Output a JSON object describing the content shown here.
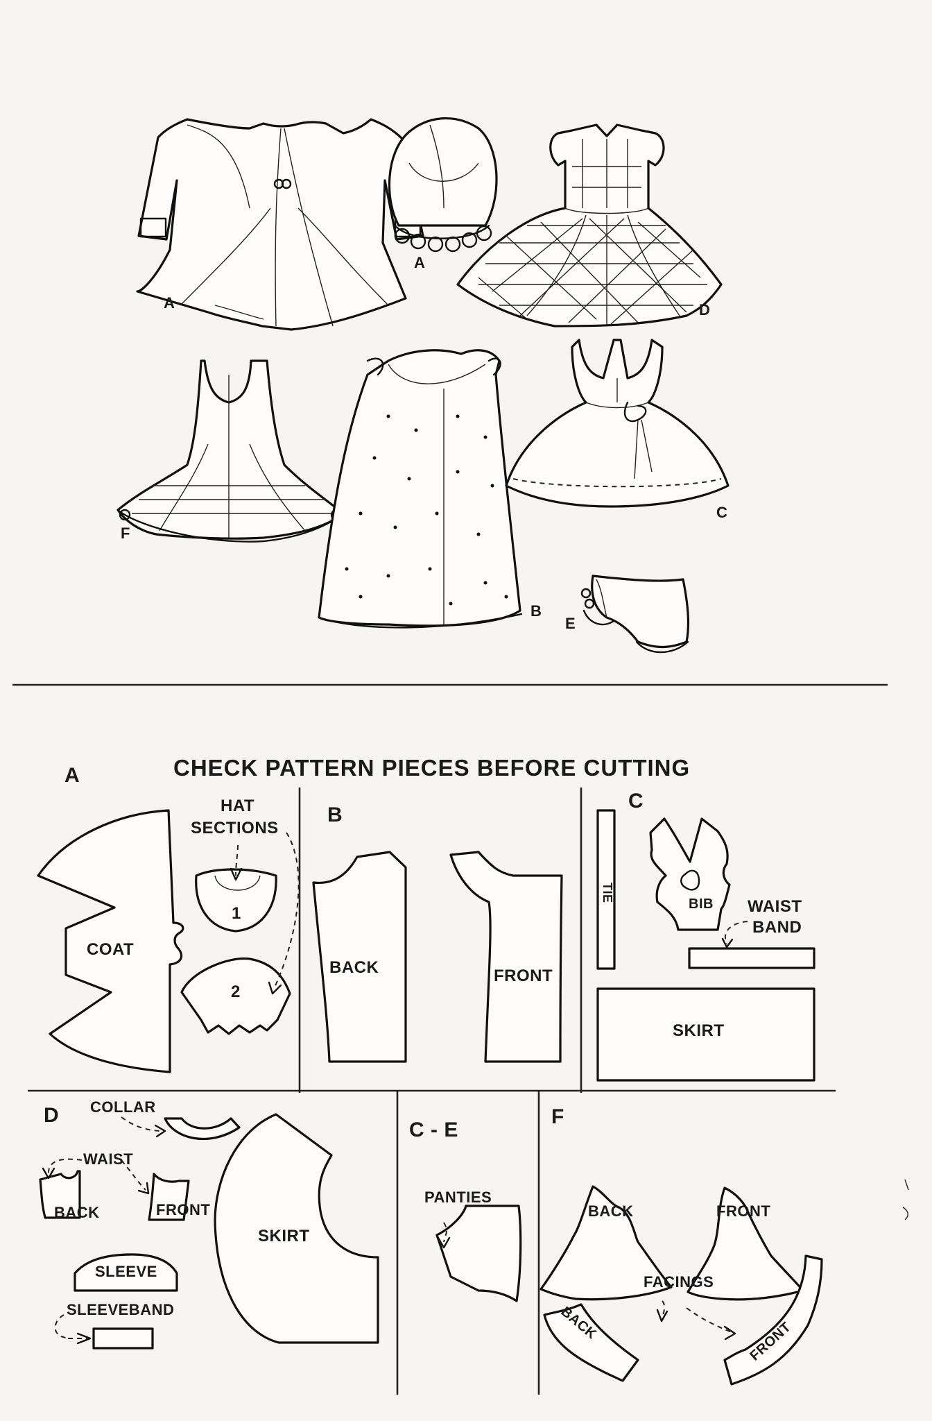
{
  "illustrations": {
    "labels": {
      "coat": "A",
      "hat": "A",
      "dress": "D",
      "slip": "F",
      "nightgown": "B",
      "pinafore": "C",
      "panties": "E"
    }
  },
  "pattern": {
    "title": "CHECK PATTERN PIECES BEFORE CUTTING",
    "sections": {
      "A": {
        "label": "A",
        "coat": "COAT",
        "hat_sections_line1": "HAT",
        "hat_sections_line2": "SECTIONS",
        "hat_1": "1",
        "hat_2": "2"
      },
      "B": {
        "label": "B",
        "back": "BACK",
        "front": "FRONT"
      },
      "C": {
        "label": "C",
        "tie": "TIE",
        "bib": "BIB",
        "waist_band_line1": "WAIST",
        "waist_band_line2": "BAND",
        "skirt": "SKIRT"
      },
      "D": {
        "label": "D",
        "collar": "COLLAR",
        "waist": "WAIST",
        "back": "BACK",
        "front": "FRONT",
        "skirt": "SKIRT",
        "sleeve": "SLEEVE",
        "sleeveband": "SLEEVEBAND"
      },
      "CE": {
        "label": "C - E",
        "panties": "PANTIES"
      },
      "F": {
        "label": "F",
        "back": "BACK",
        "front": "FRONT",
        "facings": "FACINGS",
        "facing_back": "BACK",
        "facing_front": "FRONT"
      }
    }
  }
}
